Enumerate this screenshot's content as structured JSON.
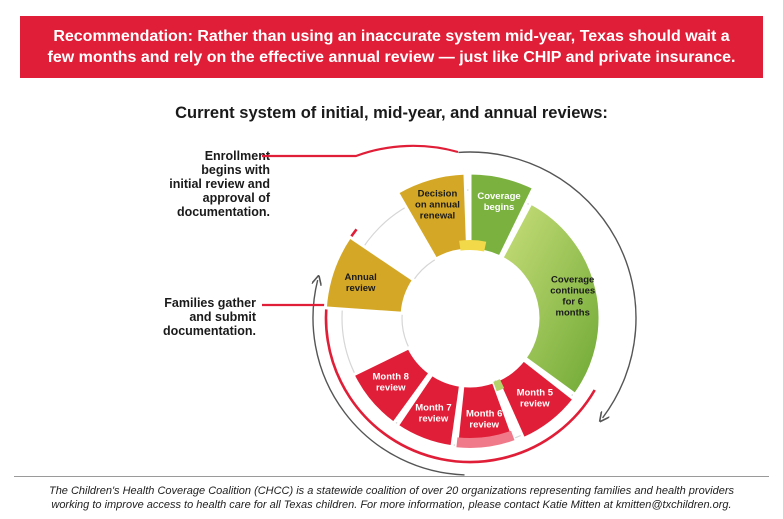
{
  "banner": {
    "line1": "Recommendation: Rather than using an inaccurate system mid-year, Texas should wait a",
    "line2": "few months and rely on the effective annual review — just like CHIP and private insurance."
  },
  "subtitle": "Current system of initial, mid-year, and annual reviews:",
  "annotations": {
    "enrollment": [
      "Enrollment",
      "begins with",
      "initial review and",
      "approval of",
      "documentation."
    ],
    "families": [
      "Families gather",
      "and submit",
      "documentation."
    ]
  },
  "segments": {
    "decision": [
      "Decision",
      "on annual",
      "renewal"
    ],
    "coverage_begins": [
      "Coverage",
      "begins"
    ],
    "coverage_continues": [
      "Coverage",
      "continues",
      "for 6",
      "months"
    ],
    "month5": [
      "Month 5",
      "review"
    ],
    "month6": [
      "Month 6",
      "review"
    ],
    "month7": [
      "Month 7",
      "review"
    ],
    "month8": [
      "Month 8",
      "review"
    ],
    "annual": [
      "Annual",
      "review"
    ]
  },
  "colors": {
    "red": "#e01e37",
    "gold": "#d4a826",
    "green": "#7bb23f",
    "light_green": "#b4d36b",
    "ring_gray": "#d6d6d6",
    "arrow_gray": "#555555"
  },
  "footer": {
    "line1": "The Children's Health Coverage Coalition (CHCC) is a statewide coalition of over 20 organizations representing families and health providers",
    "line2": "working to improve access to health care for all Texas children. For more information, please contact Katie Mitten at kmitten@txchildren.org."
  }
}
